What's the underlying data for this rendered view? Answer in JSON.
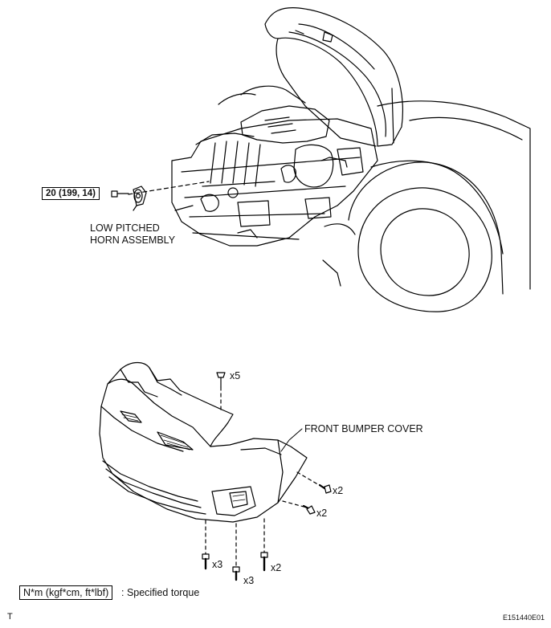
{
  "torque_spec": "20 (199, 14)",
  "horn_label_line1": "LOW PITCHED",
  "horn_label_line2": "HORN ASSEMBLY",
  "bumper_label": "FRONT BUMPER COVER",
  "qty_clip_top": "x5",
  "qty_right_upper": "x2",
  "qty_right_lower": "x2",
  "qty_bottom_left": "x3",
  "qty_bottom_center": "x3",
  "qty_bottom_right": "x2",
  "legend_unit": "N*m (kgf*cm, ft*lbf)",
  "legend_desc": ": Specified torque",
  "corner_left": "T",
  "figure_id": "E151440E01"
}
